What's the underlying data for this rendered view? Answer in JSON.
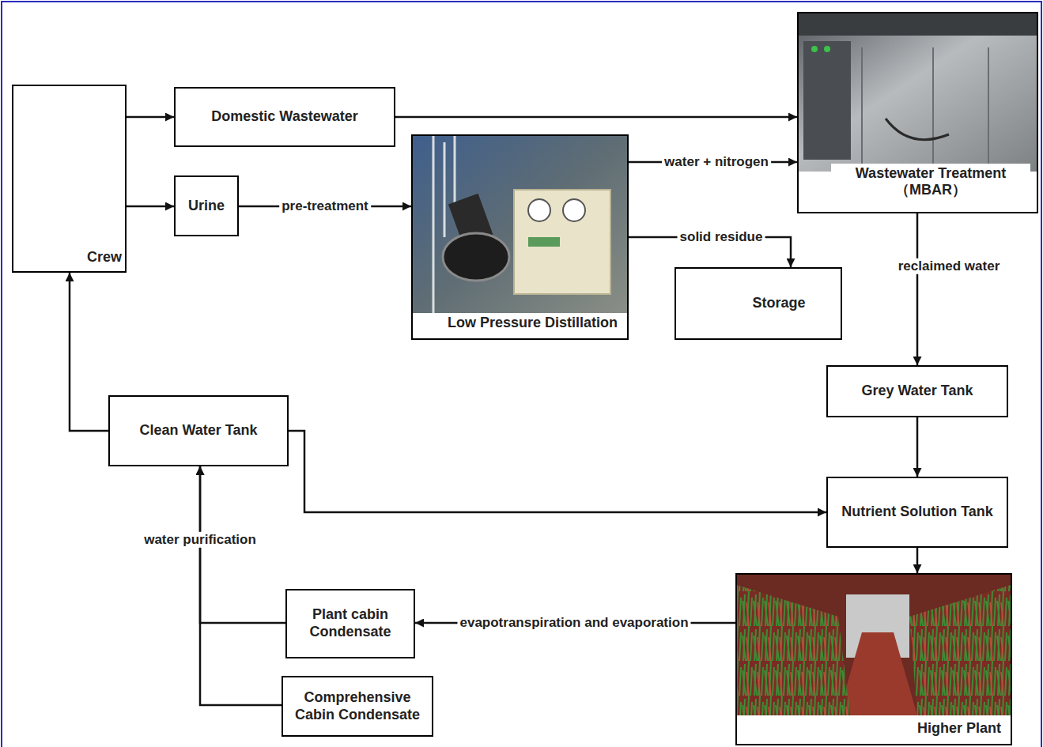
{
  "diagram": {
    "nodes": [
      {
        "text": [
          "Crew"
        ]
      },
      {
        "text": [
          "Domestic Wastewater"
        ]
      },
      {
        "text": [
          "Wastewater Treatment （MBAR）"
        ]
      },
      {
        "text": [
          "Urine"
        ]
      },
      {
        "text": [
          "Low Pressure Distillation"
        ]
      },
      {
        "text": [
          "Storage"
        ]
      },
      {
        "text": [
          "Grey Water Tank"
        ]
      },
      {
        "text": [
          "Clean Water Tank"
        ]
      },
      {
        "text": [
          "Nutrient Solution Tank"
        ]
      },
      {
        "text": [
          "Plant cabin Condensate"
        ]
      },
      {
        "text": [
          "Higher Plant"
        ]
      },
      {
        "text": [
          "Comprehensive Cabin Condensate"
        ]
      }
    ],
    "edges": [
      {
        "from": 0,
        "to": 1,
        "arrow": "to"
      },
      {
        "from": 1,
        "to": 2,
        "arrow": "to"
      },
      {
        "from": 0,
        "to": 3,
        "arrow": "to"
      },
      {
        "from": 3,
        "to": 4,
        "arrow": "to",
        "label": "pre-treatment"
      },
      {
        "from": 4,
        "to": 2,
        "arrow": "to",
        "label": "water + nitrogen"
      },
      {
        "from": 4,
        "to": 5,
        "arrow": "to",
        "label": "solid residue"
      },
      {
        "from": 2,
        "to": 6,
        "arrow": "to",
        "label": "reclaimed water"
      },
      {
        "from": 6,
        "to": 8,
        "arrow": "to"
      },
      {
        "from": 7,
        "to": 8,
        "arrow": "to"
      },
      {
        "from": 7,
        "to": 0,
        "arrow": "to"
      },
      {
        "from": 8,
        "to": 10,
        "arrow": "to"
      },
      {
        "from": 10,
        "to": 9,
        "arrow": "to",
        "label": "evapotranspiration and evaporation"
      },
      {
        "from": 9,
        "to": 7,
        "arrow": "to",
        "label": "water purification"
      },
      {
        "from": 11,
        "to": 7,
        "arrow": "to"
      }
    ]
  }
}
